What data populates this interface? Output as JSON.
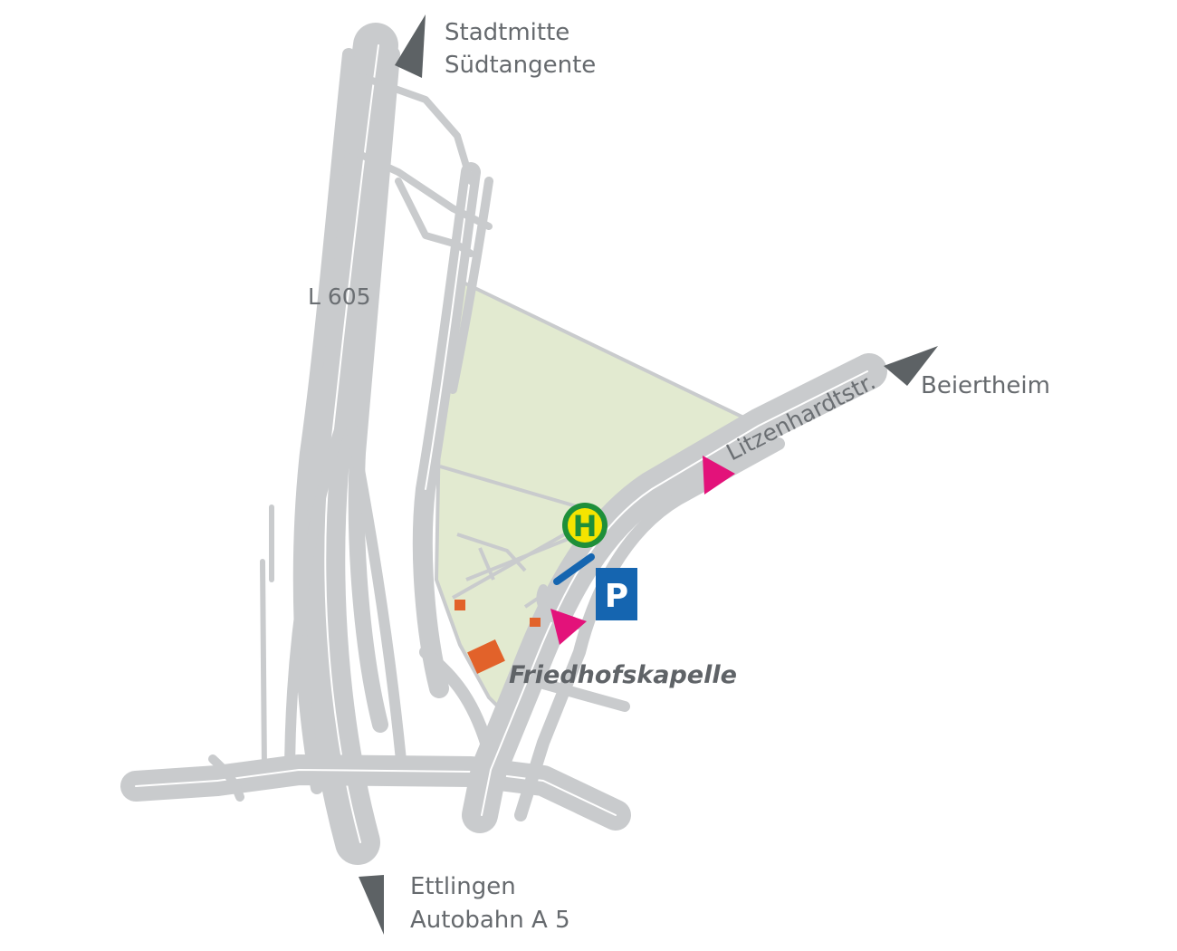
{
  "directions": {
    "north": {
      "line1": "Stadtmitte",
      "line2": "Südtangente"
    },
    "east": {
      "line1": "Beiertheim"
    },
    "south": {
      "line1": "Ettlingen",
      "line2": "Autobahn A 5"
    }
  },
  "roads": {
    "l605": "L 605",
    "litzenhardt": "Litzenhardtstr."
  },
  "places": {
    "chapel": "Friedhofskapelle"
  },
  "icons": {
    "bus_stop": {
      "name": "bus-stop-icon",
      "glyph": "H",
      "ring_color": "#1e8f3a",
      "fill_color": "#f5e400"
    },
    "parking": {
      "name": "parking-icon",
      "glyph": "P",
      "color": "#1565b0"
    },
    "entrance_markers": {
      "name": "entrance-marker-icon",
      "color": "#e3127a"
    },
    "direction_arrows": {
      "name": "direction-arrow-icon",
      "color": "#5d6265"
    }
  },
  "colors": {
    "roads": "#c9cbcd",
    "road_edge": "#ffffff",
    "cemetery_area": "#e2ead0",
    "building": "#e2622a"
  }
}
